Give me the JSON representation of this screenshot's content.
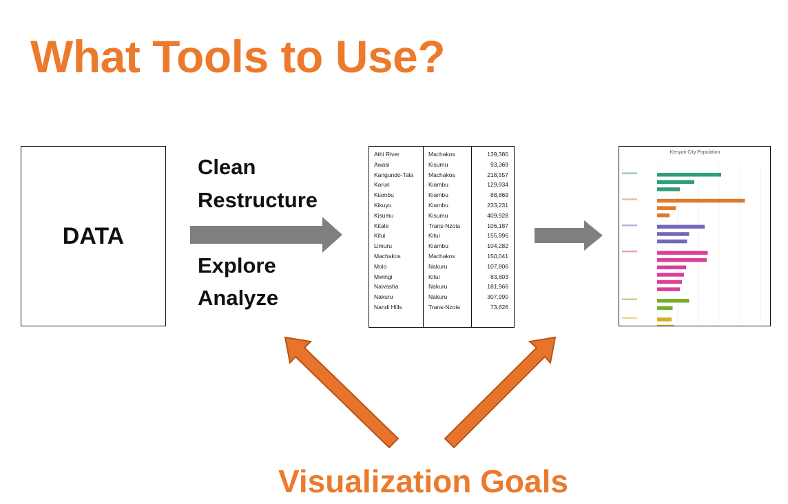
{
  "title": "What Tools to Use?",
  "data_box": {
    "label": "DATA"
  },
  "steps": {
    "clean": "Clean",
    "restructure": "Restructure",
    "explore": "Explore",
    "analyze": "Analyze"
  },
  "table": {
    "rows": [
      [
        "Athi River",
        "Machakos",
        "139,380"
      ],
      [
        "Awasi",
        "Kisumu",
        "93,369"
      ],
      [
        "Kangundo-Tala",
        "Machakos",
        "218,557"
      ],
      [
        "Karuri",
        "Kiambu",
        "129,934"
      ],
      [
        "Kiambu",
        "Kiambu",
        "88,869"
      ],
      [
        "Kikuyu",
        "Kiambu",
        "233,231"
      ],
      [
        "Kisumu",
        "Kisumu",
        "409,928"
      ],
      [
        "Kitale",
        "Trans-Nzoia",
        "106,187"
      ],
      [
        "Kitui",
        "Kitui",
        "155,896"
      ],
      [
        "Limuru",
        "Kiambu",
        "104,282"
      ],
      [
        "Machakos",
        "Machakos",
        "150,041"
      ],
      [
        "Molo",
        "Nakuru",
        "107,806"
      ],
      [
        "Mwingi",
        "Kitui",
        "83,803"
      ],
      [
        "Naivasha",
        "Nakuru",
        "181,966"
      ],
      [
        "Nakuru",
        "Nakuru",
        "307,990"
      ],
      [
        "Nandi Hills",
        "Trans-Nzoia",
        "73,626"
      ]
    ]
  },
  "chart_data": {
    "type": "bar",
    "title": "Kenyan City Population",
    "series": [
      {
        "color": "#2e9e77",
        "values": [
          0.62,
          0.36,
          0.22
        ]
      },
      {
        "color": "#e07a2a",
        "values": [
          0.85,
          0.18,
          0.12
        ]
      },
      {
        "color": "#7267b8",
        "values": [
          0.46,
          0.31,
          0.29
        ]
      },
      {
        "color": "#d94096",
        "values": [
          0.49,
          0.48,
          0.28,
          0.26,
          0.24,
          0.22
        ]
      },
      {
        "color": "#7aad2a",
        "values": [
          0.31,
          0.15
        ]
      },
      {
        "color": "#d4b120",
        "values": [
          0.14,
          0.16
        ]
      }
    ]
  },
  "bottom_label": "Visualization Goals",
  "colors": {
    "accent": "#ec7a2d",
    "arrow_gray": "#7f7f7f",
    "arrow_orange": "#e8732a",
    "arrow_orange_outline": "#b4541a"
  }
}
